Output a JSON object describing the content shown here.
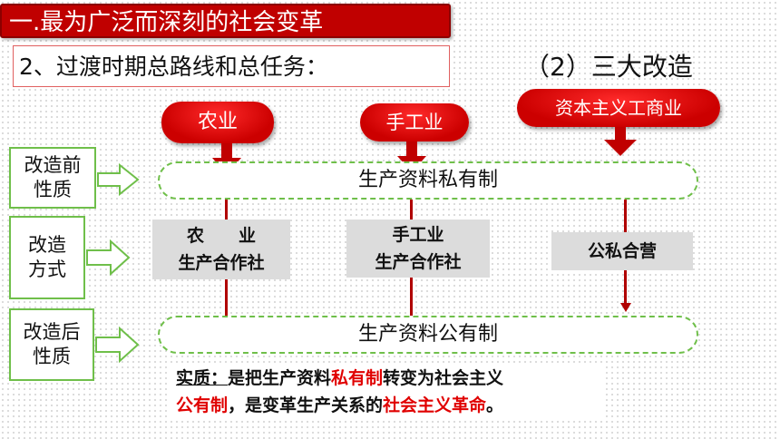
{
  "header": {
    "title": "一.最为广泛而深刻的社会变革",
    "subtitle": "2、过渡时期总路线和总任务：",
    "section": "（2）三大改造"
  },
  "sources": [
    "农业",
    "手工业",
    "资本主义工商业"
  ],
  "stages": {
    "before": {
      "label_line1": "改造前",
      "label_line2": "性质",
      "value": "生产资料私有制"
    },
    "method": {
      "label_line1": "改造",
      "label_line2": "方式"
    },
    "after": {
      "label_line1": "改造后",
      "label_line2": "性质",
      "value": "生产资料公有制"
    }
  },
  "methods": {
    "agriculture": {
      "line1": "农　　业",
      "line2": "生产合作社"
    },
    "handicraft": {
      "line1": "手工业",
      "line2": "生产合作社"
    },
    "capitalist": {
      "line1": "公私合营"
    }
  },
  "essence": {
    "prefix": "实质：",
    "p1": "是把生产资料",
    "p2": "私有制",
    "p3": "转变为社会主义",
    "p4": "公有制",
    "p5": "，是变革生产关系的",
    "p6": "社会主义革命",
    "p7": "。"
  },
  "colors": {
    "accent_red": "#c00000",
    "band_green": "#6fbf4a"
  }
}
